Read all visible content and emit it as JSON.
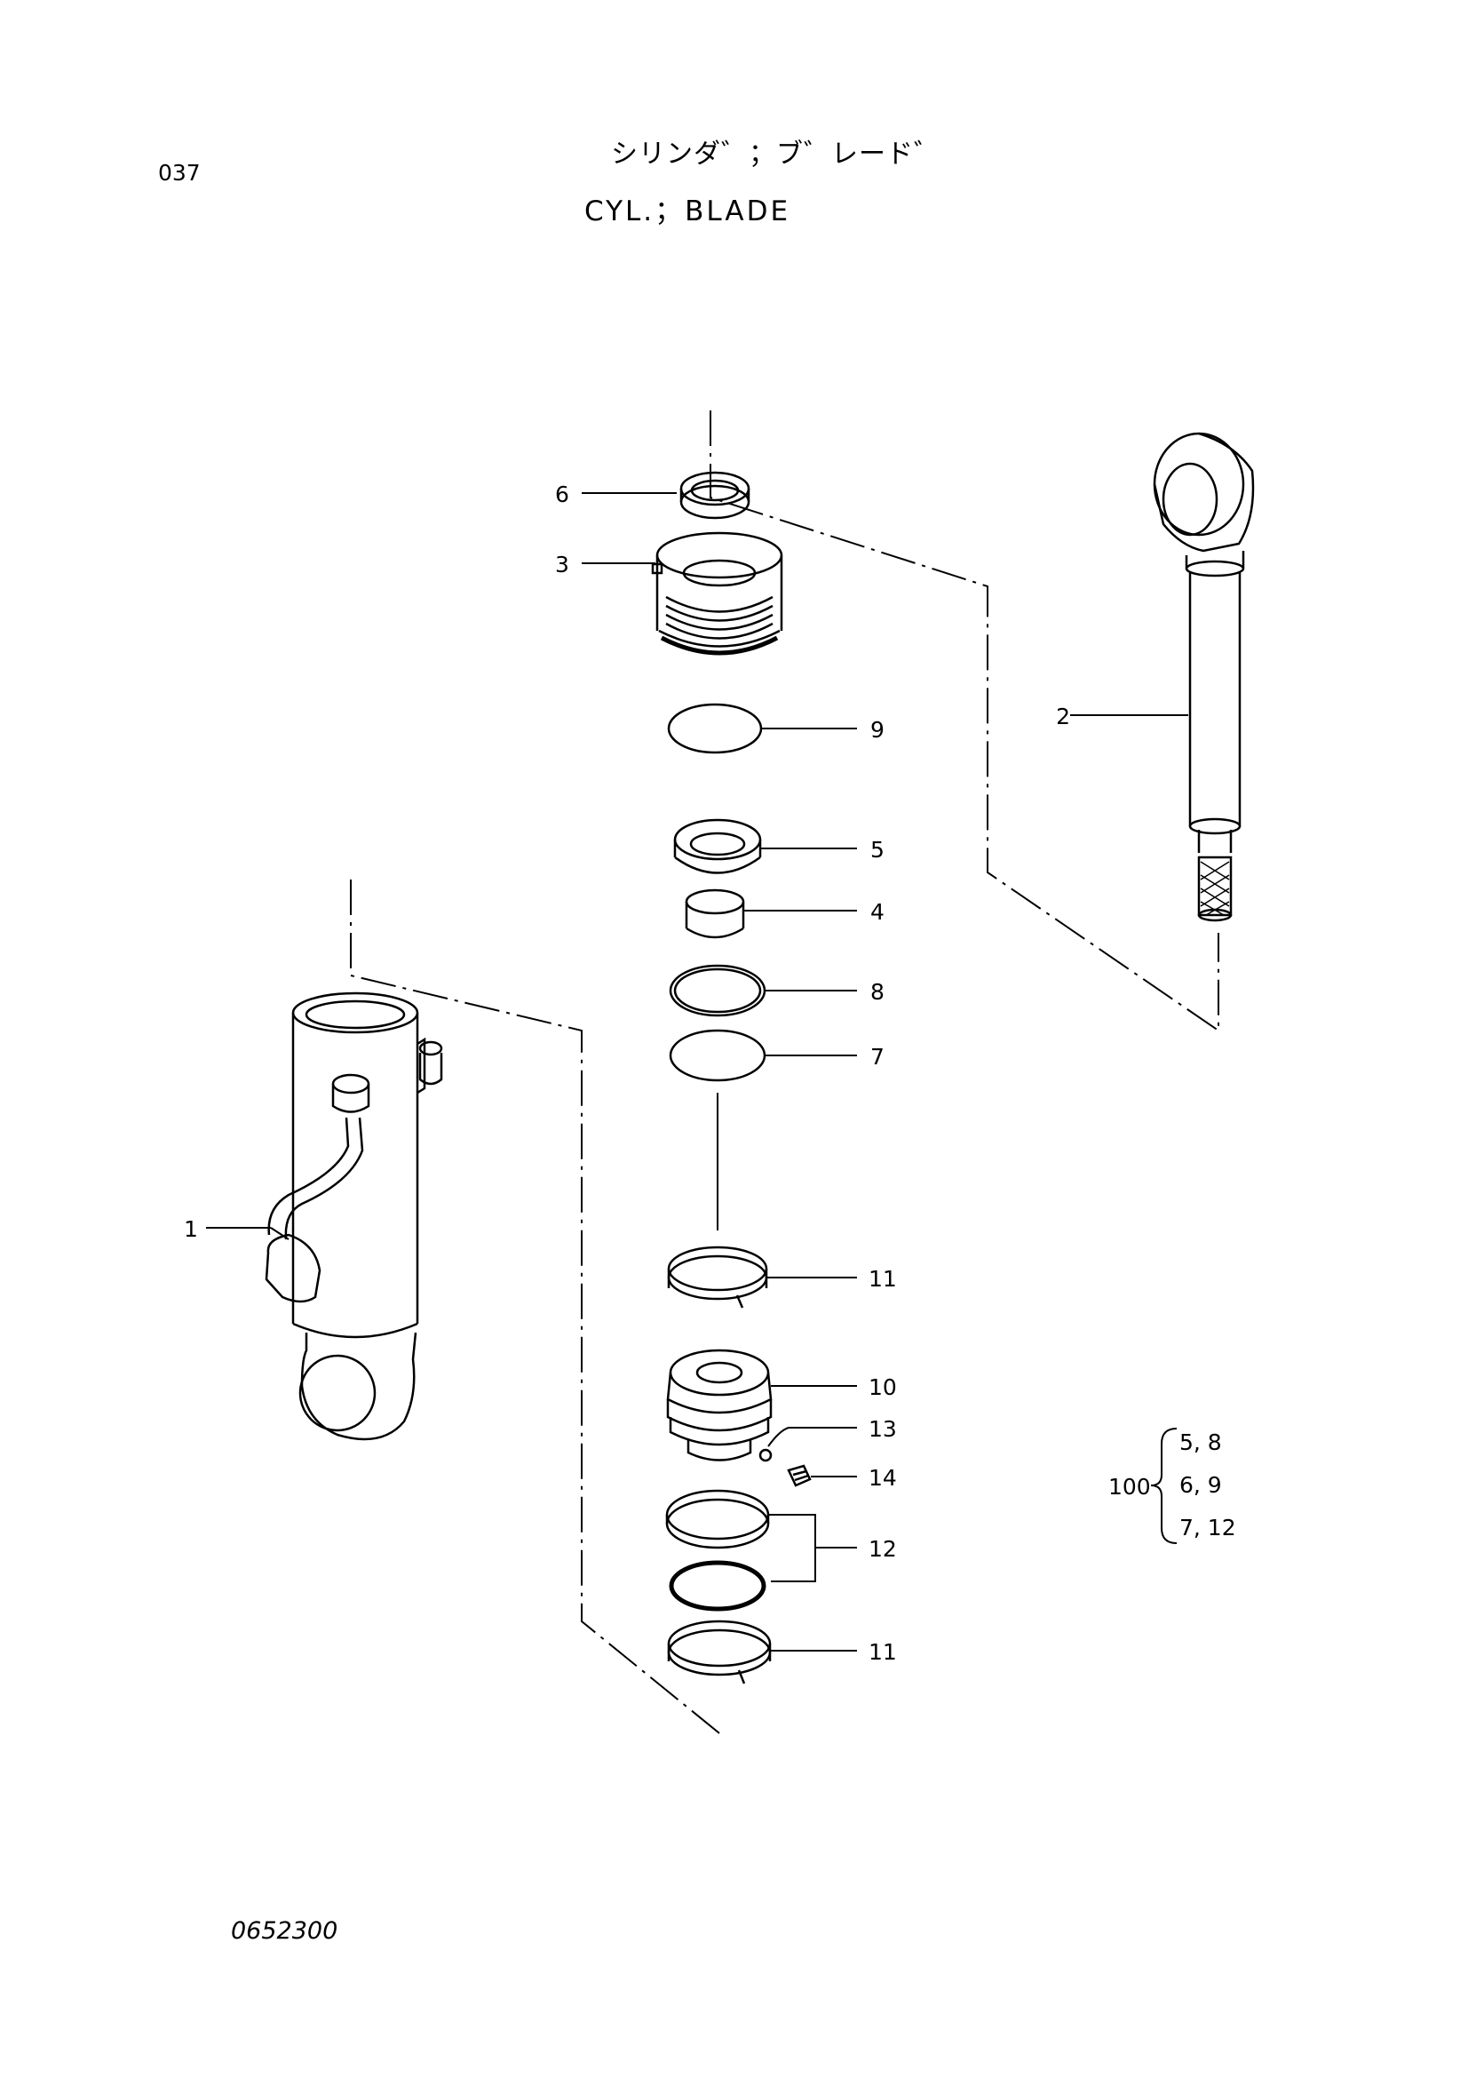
{
  "header": {
    "page_number": "037",
    "title_jp": "シリンダ゛；ブ゛レード゛",
    "title_en": "CYL.；BLADE"
  },
  "parts": [
    {
      "id": "1",
      "label": "1"
    },
    {
      "id": "2",
      "label": "2"
    },
    {
      "id": "3",
      "label": "3"
    },
    {
      "id": "4",
      "label": "4"
    },
    {
      "id": "5",
      "label": "5"
    },
    {
      "id": "6",
      "label": "6"
    },
    {
      "id": "7",
      "label": "7"
    },
    {
      "id": "8",
      "label": "8"
    },
    {
      "id": "9",
      "label": "9"
    },
    {
      "id": "10",
      "label": "10"
    },
    {
      "id": "11a",
      "label": "11"
    },
    {
      "id": "11b",
      "label": "11"
    },
    {
      "id": "12",
      "label": "12"
    },
    {
      "id": "13",
      "label": "13"
    },
    {
      "id": "14",
      "label": "14"
    }
  ],
  "kit": {
    "number": "100",
    "rows": [
      "5,  8",
      "6,  9",
      "7,  12"
    ]
  },
  "footer": {
    "drawing_number": "0652300"
  }
}
